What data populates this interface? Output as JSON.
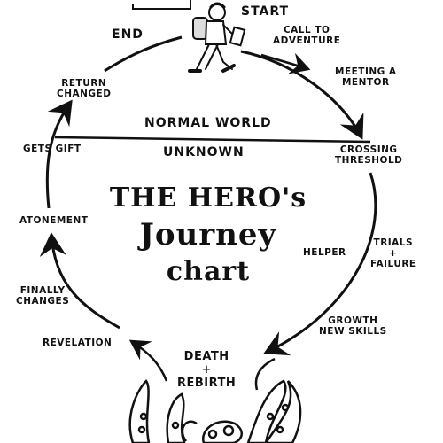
{
  "diagram": {
    "title_line1": "THE HERO's",
    "title_line2": "Journey",
    "title_line3": "chart",
    "divider_top_label": "NORMAL WORLD",
    "divider_bottom_label": "UNKNOWN",
    "stages": {
      "start": "START",
      "call": "CALL TO\nADVENTURE",
      "mentor": "MEETING A\nMENTOR",
      "threshold": "CROSSING\nTHRESHOLD",
      "helper": "HELPER",
      "trials": "TRIALS\n+\nFAILURE",
      "growth": "GROWTH\nNEW SKILLS",
      "death": "DEATH\n+\nREBIRTH",
      "revelation": "REVELATION",
      "finally": "FINALLY\nCHANGES",
      "atonement": "ATONEMENT",
      "gift": "GETS GIFT",
      "return": "RETURN\nCHANGED",
      "end": "END"
    }
  }
}
